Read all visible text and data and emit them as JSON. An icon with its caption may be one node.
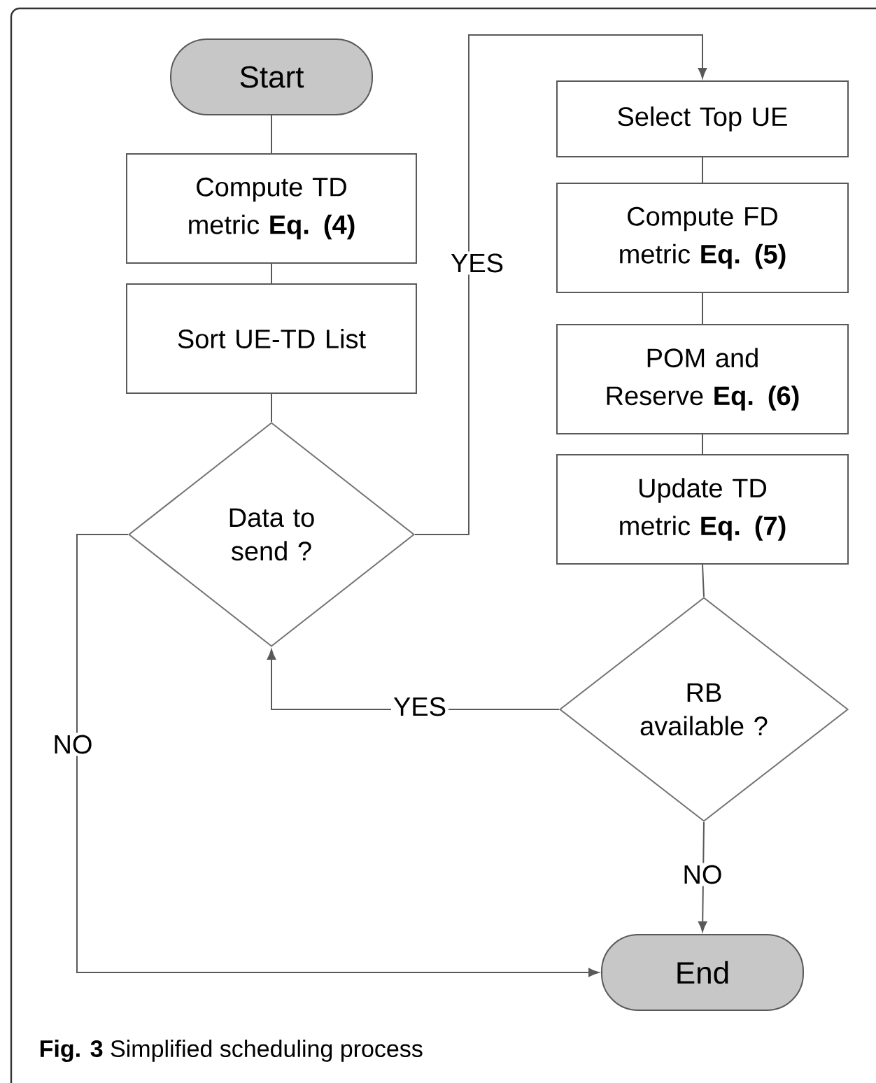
{
  "diagram": {
    "caption": "**Fig. 3** Simplified scheduling process",
    "nodes": [
      {
        "text": [
          "Start"
        ]
      },
      {
        "text": [
          "Compute TD metric **Eq. (4)**"
        ]
      },
      {
        "text": [
          "Sort UE-TD List"
        ]
      },
      {
        "text": [
          "Data to send ?"
        ]
      },
      {
        "text": [
          "Select Top UE"
        ]
      },
      {
        "text": [
          "Compute FD metric **Eq. (5)**"
        ]
      },
      {
        "text": [
          "POM and Reserve **Eq. (6)**"
        ]
      },
      {
        "text": [
          "Update TD metric **Eq. (7)**"
        ]
      },
      {
        "text": [
          "RB available ?"
        ]
      },
      {
        "text": [
          "End"
        ]
      }
    ],
    "edges": [
      {
        "from": 0,
        "to": 1,
        "arrow": "none"
      },
      {
        "from": 1,
        "to": 2,
        "arrow": "none"
      },
      {
        "from": 2,
        "to": 3,
        "arrow": "none"
      },
      {
        "from": 3,
        "to": 4,
        "arrow": "to",
        "label": "YES"
      },
      {
        "from": 4,
        "to": 5,
        "arrow": "none"
      },
      {
        "from": 5,
        "to": 6,
        "arrow": "none"
      },
      {
        "from": 6,
        "to": 7,
        "arrow": "none"
      },
      {
        "from": 7,
        "to": 8,
        "arrow": "none"
      },
      {
        "from": 8,
        "to": 3,
        "arrow": "to",
        "label": "YES"
      },
      {
        "from": 8,
        "to": 9,
        "arrow": "to",
        "label": "NO"
      },
      {
        "from": 3,
        "to": 9,
        "arrow": "to",
        "label": "NO"
      }
    ]
  }
}
